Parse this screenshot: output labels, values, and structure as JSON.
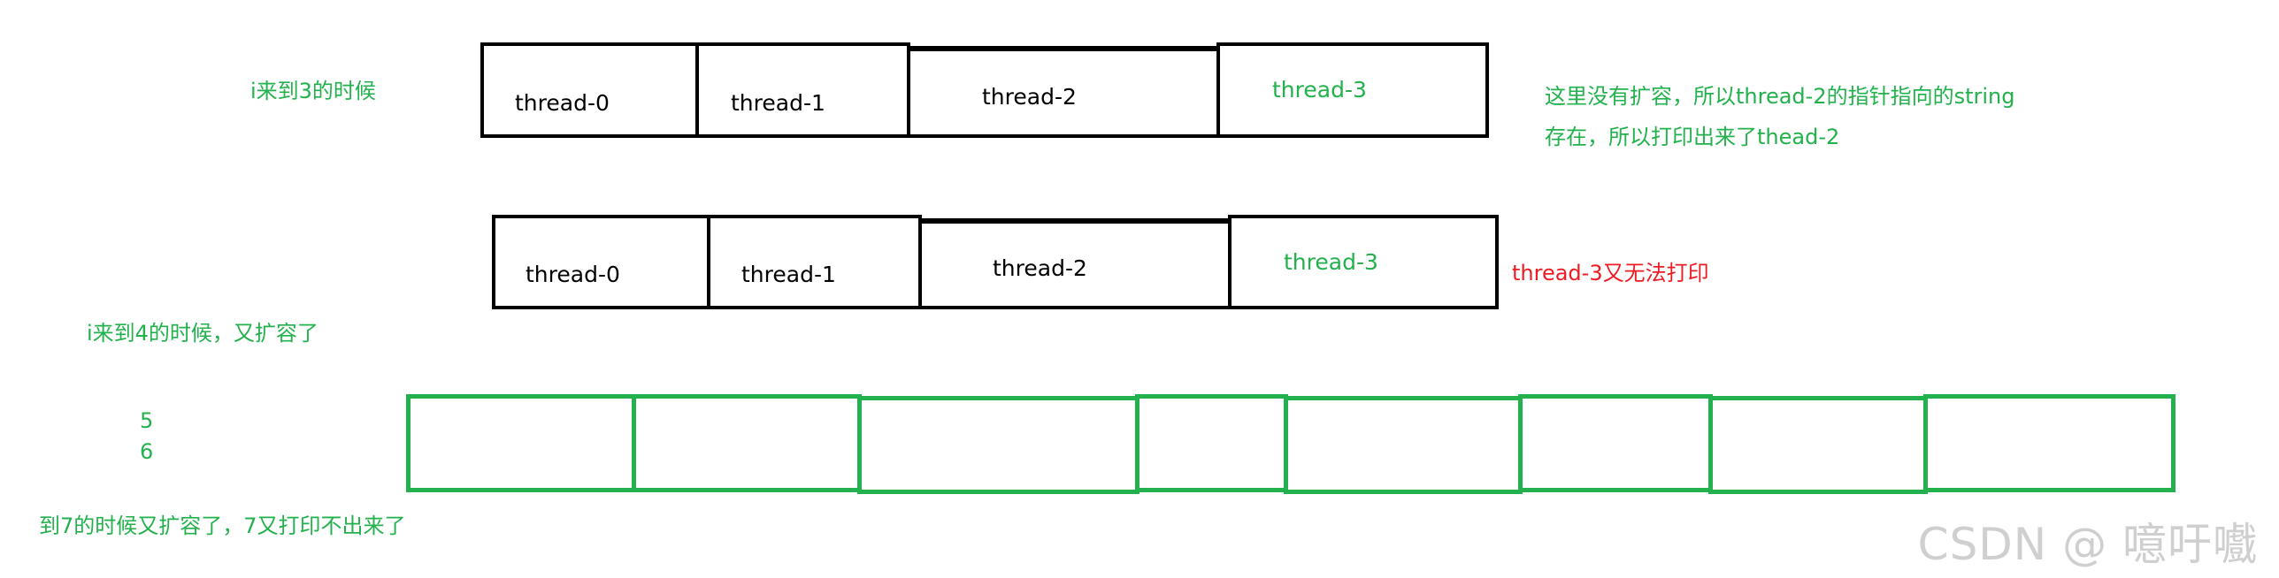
{
  "annotations": {
    "i_at_3": "i来到3的时候",
    "no_expand_line1": "这里没有扩容，所以thread-2的指针指向的string",
    "no_expand_line2": "存在，所以打印出来了thead-2",
    "thread3_cannot_print": "thread-3又无法打印",
    "i_at_4": "i来到4的时候，又扩容了",
    "num_5": "5",
    "num_6": "6",
    "at_7": "到7的时候又扩容了，7又打印不出来了"
  },
  "array_row1": {
    "cells": [
      "thread-0",
      "thread-1",
      "thread-2",
      "thread-3"
    ]
  },
  "array_row2": {
    "cells": [
      "thread-0",
      "thread-1",
      "thread-2",
      "thread-3"
    ]
  },
  "array_row3": {
    "cell_count": 8
  },
  "watermark": "CSDN @ 噫吁嚱",
  "colors": {
    "green": "#22b14c",
    "red": "#ed1c24",
    "black": "#000000"
  }
}
